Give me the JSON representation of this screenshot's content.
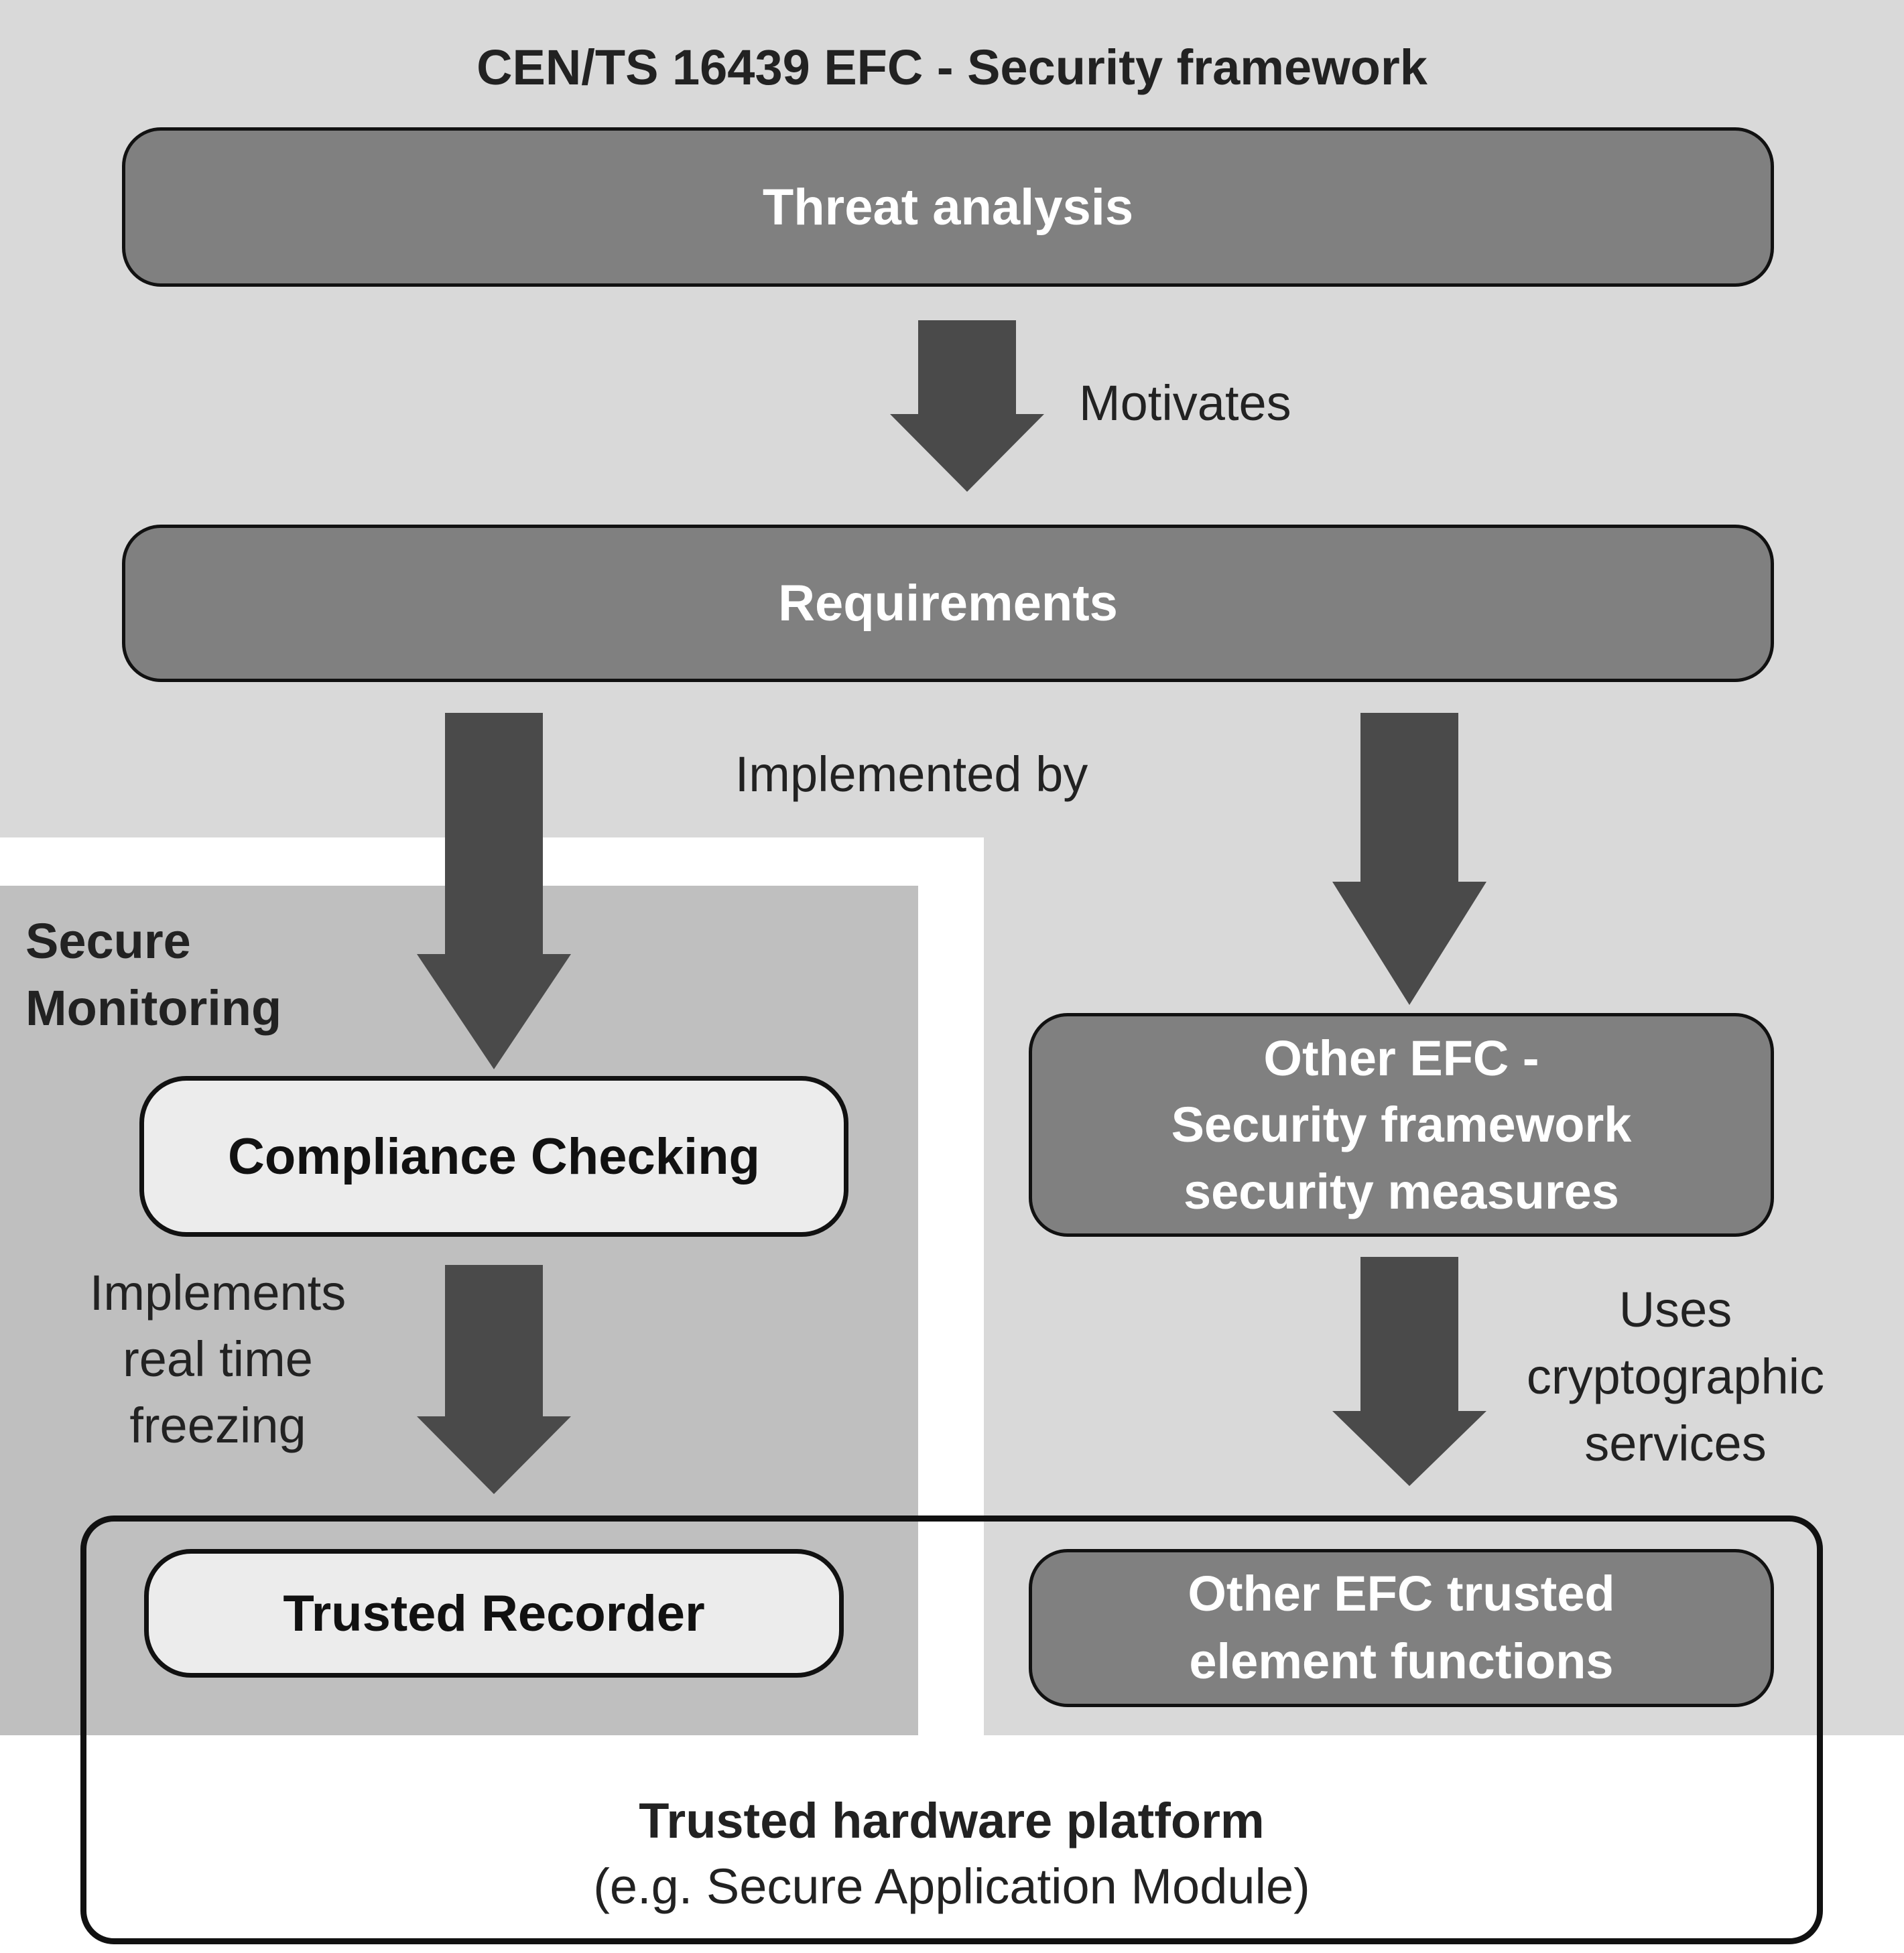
{
  "diagram": {
    "title": "CEN/TS 16439 EFC - Security framework",
    "threat_analysis": "Threat analysis",
    "motivates_label": "Motivates",
    "requirements": "Requirements",
    "implemented_by_label": "Implemented by",
    "secure_monitoring_title": "Secure\nMonitoring",
    "compliance_checking": "Compliance Checking",
    "implements_label": "Implements\nreal time\nfreezing",
    "trusted_recorder": "Trusted Recorder",
    "other_measures": "Other EFC -\nSecurity framework\nsecurity measures",
    "uses_label": "Uses\ncryptographic\nservices",
    "other_functions": "Other EFC trusted\nelement functions",
    "platform_title": "Trusted hardware platform",
    "platform_subtitle": "(e.g. Secure Application Module)"
  },
  "colors": {
    "light_region": "#d9d9d9",
    "secure_region": "#bfbfbf",
    "dark_box": "#808080",
    "light_box": "#ececec",
    "arrow": "#4a4a4a"
  }
}
